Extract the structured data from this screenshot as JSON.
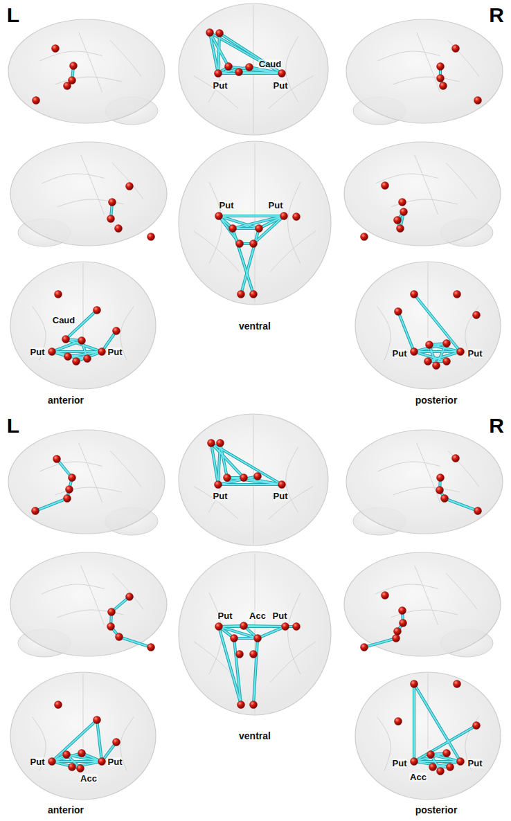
{
  "diagram": {
    "labels": [
      "L",
      "R",
      "Caud",
      "Put",
      "Put",
      "Put",
      "Put",
      "ventral",
      "Caud",
      "Put",
      "Put",
      "anterior",
      "Put",
      "Put",
      "posterior",
      "L",
      "R",
      "Put",
      "Put",
      "Put",
      "Acc",
      "Put",
      "ventral",
      "Put",
      "Put",
      "Acc",
      "anterior",
      "Put",
      "Acc",
      "Put",
      "posterior"
    ]
  }
}
